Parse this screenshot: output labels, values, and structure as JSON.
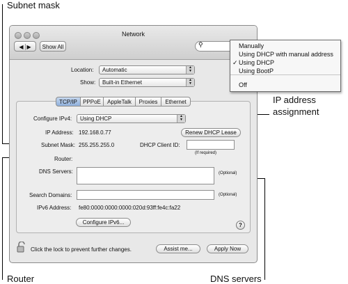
{
  "callouts": {
    "subnet_mask": "Subnet mask",
    "ip_address_assignment_line1": "IP address",
    "ip_address_assignment_line2": "assignment",
    "router": "Router",
    "dns_servers": "DNS servers"
  },
  "window": {
    "title": "Network",
    "show_all_label": "Show All",
    "search_icon": "magnifier-icon"
  },
  "location": {
    "label": "Location:",
    "value": "Automatic"
  },
  "show": {
    "label": "Show:",
    "value": "Built-in Ethernet"
  },
  "tabs": [
    {
      "label": "TCP/IP",
      "selected": true
    },
    {
      "label": "PPPoE",
      "selected": false
    },
    {
      "label": "AppleTalk",
      "selected": false
    },
    {
      "label": "Proxies",
      "selected": false
    },
    {
      "label": "Ethernet",
      "selected": false
    }
  ],
  "configure_ipv4": {
    "label": "Configure IPv4:",
    "value": "Using DHCP"
  },
  "ip_address": {
    "label": "IP Address:",
    "value": "192.168.0.77",
    "renew_label": "Renew DHCP Lease"
  },
  "subnet_mask": {
    "label": "Subnet Mask:",
    "value": "255.255.255.0"
  },
  "dhcp_client_id": {
    "label": "DHCP Client ID:",
    "value": "",
    "hint": "(If required)"
  },
  "router": {
    "label": "Router:",
    "value": ""
  },
  "dns_servers": {
    "label": "DNS Servers:",
    "value": "",
    "optional": "(Optional)"
  },
  "search_domains": {
    "label": "Search Domains:",
    "value": "",
    "optional": "(Optional)"
  },
  "ipv6_address": {
    "label": "IPv6 Address:",
    "value": "fe80:0000:0000:0000:020d:93ff:fe4c:fa22"
  },
  "configure_ipv6_label": "Configure IPv6...",
  "help_label": "?",
  "lock_text": "Click the lock to prevent further changes.",
  "assist_label": "Assist me...",
  "apply_label": "Apply Now",
  "dropdown": {
    "items": [
      {
        "label": "Manually",
        "checked": false
      },
      {
        "label": "Using DHCP with manual address",
        "checked": false
      },
      {
        "label": "Using DHCP",
        "checked": true
      },
      {
        "label": "Using BootP",
        "checked": false
      },
      {
        "label": "Off",
        "checked": false
      }
    ],
    "check_glyph": "✓"
  }
}
